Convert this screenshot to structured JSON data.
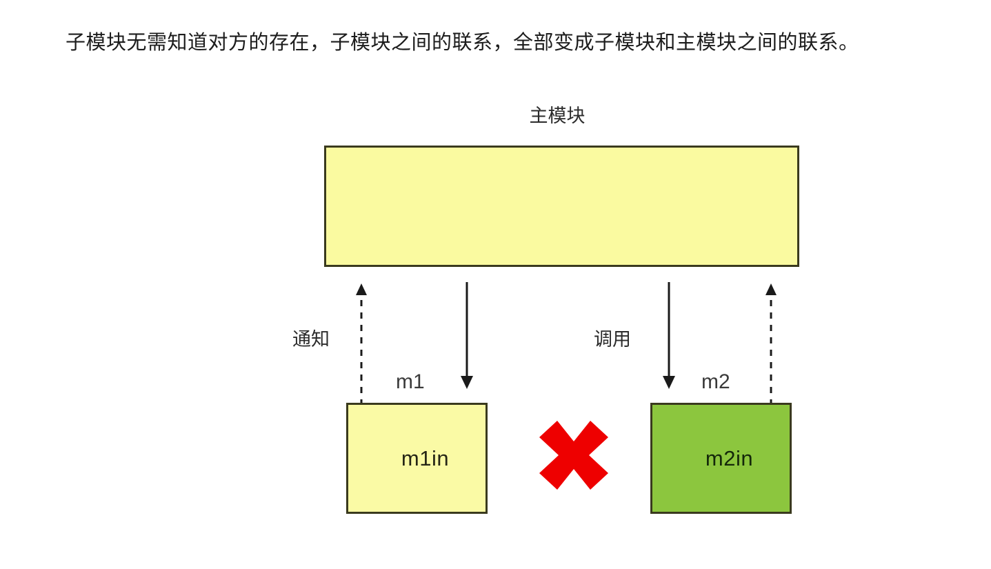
{
  "page": {
    "title_text": "子模块无需知道对方的存在，子模块之间的联系，全部变成子模块和主模块之间的联系。",
    "background_color": "#ffffff"
  },
  "diagram": {
    "type": "block-diagram",
    "main_module": {
      "caption": "主模块",
      "box_label": "",
      "fill_color": "#FAFAA0",
      "border_color": "#3a3a1e"
    },
    "sub_modules": [
      {
        "id": "m1",
        "name_label": "m1",
        "box_label": "m1in",
        "fill_color": "#FAFAA5",
        "border_color": "#3a3a1e"
      },
      {
        "id": "m2",
        "name_label": "m2",
        "box_label": "m2in",
        "fill_color": "#8CC63E",
        "border_color": "#3a3a1e"
      }
    ],
    "connections": [
      {
        "id": "notify-m1",
        "label": "通知",
        "direction": "up",
        "style": "dashed",
        "from": "m1in",
        "to": "主模块",
        "color": "#1a1a1a"
      },
      {
        "id": "call-m1",
        "label": "",
        "direction": "down",
        "style": "solid",
        "from": "主模块",
        "to": "m1in",
        "color": "#1a1a1a"
      },
      {
        "id": "call-m2",
        "label": "调用",
        "direction": "down",
        "style": "solid",
        "from": "主模块",
        "to": "m2in",
        "color": "#1a1a1a"
      },
      {
        "id": "notify-m2",
        "label": "",
        "direction": "up",
        "style": "dashed",
        "from": "m2in",
        "to": "主模块",
        "color": "#1a1a1a"
      }
    ],
    "forbidden_link": {
      "icon": "red-cross-mark",
      "color": "#EE0000",
      "meaning": "子模块之间无直接联系"
    }
  }
}
